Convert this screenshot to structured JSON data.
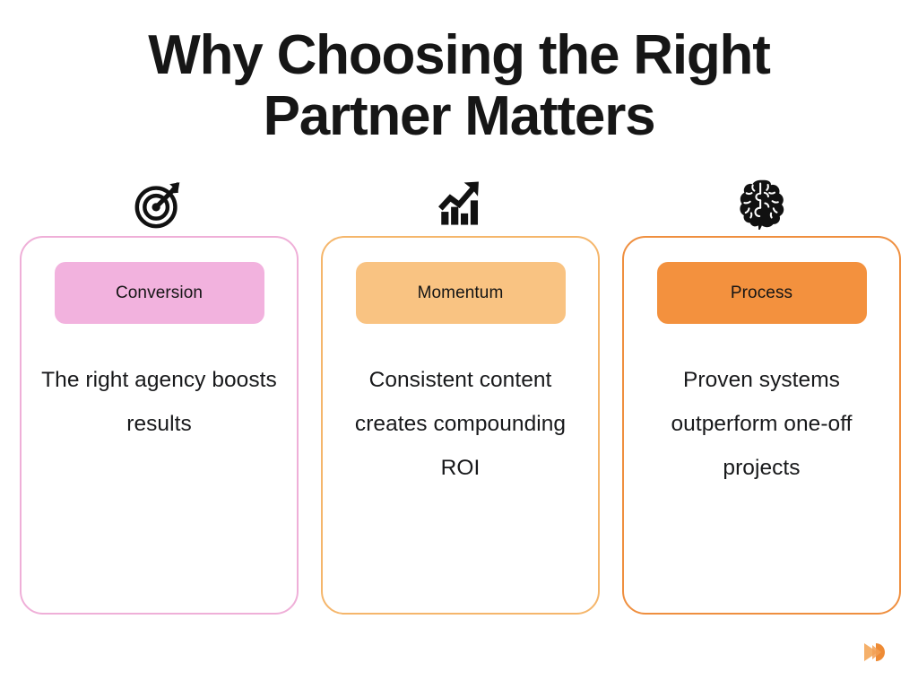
{
  "slide": {
    "background_color": "#FFFFFF",
    "title": "Why Choosing the Right Partner Matters"
  },
  "icons": [
    {
      "name": "target-icon",
      "glyph": "🎯",
      "semantic": "dartboard-target-with-arrow",
      "color": "#111111"
    },
    {
      "name": "chart-increasing-icon",
      "glyph": "📈",
      "semantic": "bar-chart-with-upward-arrow",
      "color": "#111111"
    },
    {
      "name": "brain-icon",
      "glyph": "🧠",
      "semantic": "brain",
      "color": "#111111"
    }
  ],
  "cards": [
    {
      "badge_label": "Conversion",
      "body_text": "The right agency boosts results",
      "badge_color": "#F2B2DE",
      "border_color": "#EFAFD8",
      "icon": "target-icon"
    },
    {
      "badge_label": "Momentum",
      "body_text": "Consistent content creates compounding ROI",
      "badge_color": "#F9C382",
      "border_color": "#F5B66B",
      "icon": "chart-increasing-icon"
    },
    {
      "badge_label": "Process",
      "body_text": "Proven systems outperform one-off projects",
      "badge_color": "#F3913E",
      "border_color": "#EF8F3F",
      "icon": "brain-icon"
    }
  ],
  "logo": {
    "name": "brand-logo-mark",
    "light_color": "#F5B06A",
    "dark_color": "#EE8B35"
  }
}
